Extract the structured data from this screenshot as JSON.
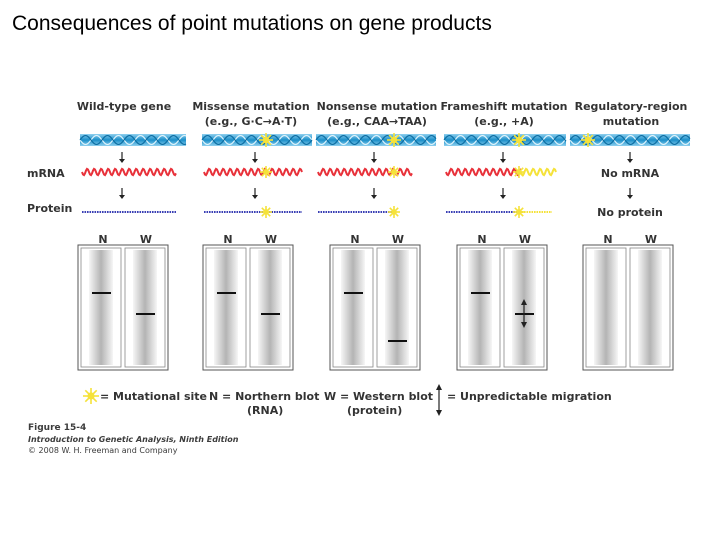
{
  "slide_title": "Consequences of point mutations on gene products",
  "row_labels": {
    "mrna": "mRNA",
    "protein": "Protein"
  },
  "columns": [
    {
      "id": "wildtype",
      "header1": "Wild-type gene",
      "header2": "",
      "mutation": "none",
      "mrna": "normal",
      "protein": "normal",
      "northern_band": "normal",
      "western_band": "normal"
    },
    {
      "id": "missense",
      "header1": "Missense mutation",
      "header2": "(e.g., G·C→A·T)",
      "mutation": "missense",
      "mrna": "normal",
      "protein": "normal",
      "northern_band": "normal",
      "western_band": "normal"
    },
    {
      "id": "nonsense",
      "header1": "Nonsense mutation",
      "header2": "(e.g., CAA→TAA)",
      "mutation": "nonsense",
      "mrna": "normal",
      "protein": "truncated",
      "northern_band": "normal",
      "western_band": "lower"
    },
    {
      "id": "frameshift",
      "header1": "Frameshift mutation",
      "header2": "(e.g., +A)",
      "mutation": "frameshift",
      "mrna": "normal",
      "protein": "altered-tail",
      "northern_band": "normal",
      "western_band": "unpredictable"
    },
    {
      "id": "regulatory",
      "header1": "Regulatory-region",
      "header2": "mutation",
      "mutation": "regulatory",
      "mrna_text": "No mRNA",
      "protein_text": "No protein",
      "northern_band": "none",
      "western_band": "none"
    }
  ],
  "blot_labels": {
    "northern": "N",
    "western": "W"
  },
  "legend": {
    "mutational_site": "= Mutational site",
    "northern1": "N = Northern blot",
    "northern2": "(RNA)",
    "western1": "W = Western blot",
    "western2": "(protein)",
    "migration": "= Unpredictable migration"
  },
  "caption": {
    "figure": "Figure 15-4",
    "book": "Introduction to Genetic Analysis, Ninth Edition",
    "copyright": "© 2008 W. H. Freeman and Company"
  },
  "colors": {
    "dna": "#1b8fc9",
    "mrna": "#e8313a",
    "protein": "#3a3fb4",
    "mutation": "#f5e23a",
    "blot_band": "#111111"
  }
}
